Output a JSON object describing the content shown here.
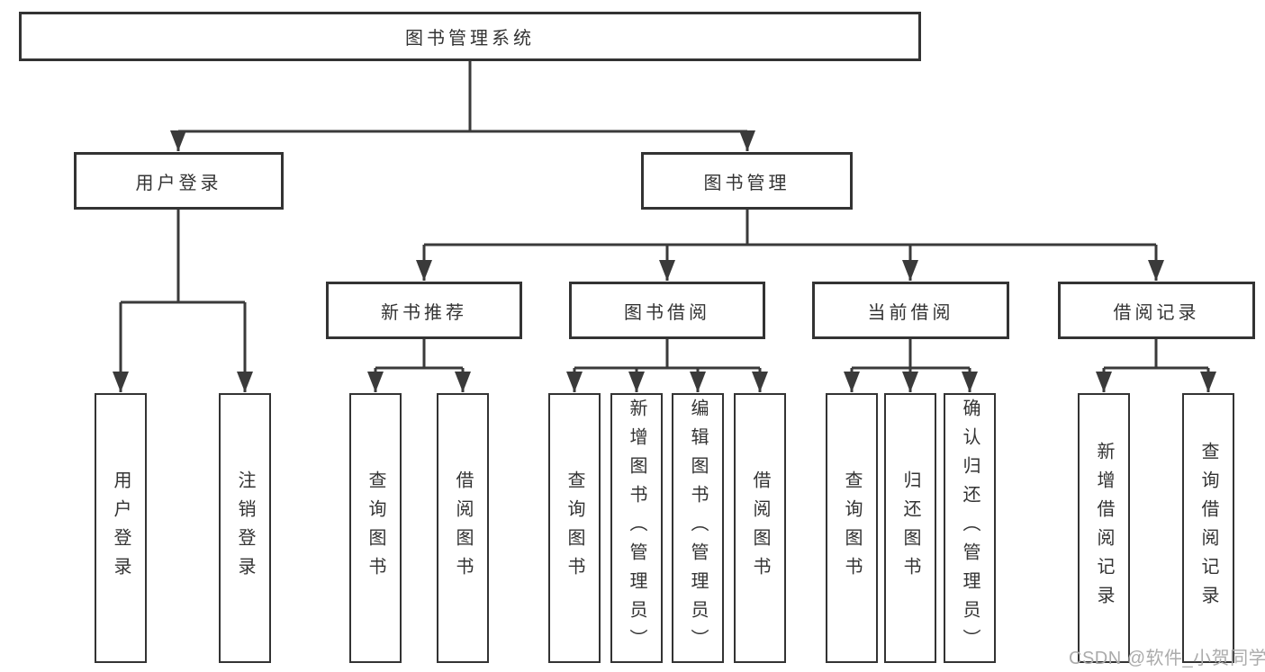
{
  "tree": {
    "root": {
      "label": "图书管理系统"
    },
    "branches": [
      {
        "label": "用户登录",
        "children": [
          {
            "label": "用户登录"
          },
          {
            "label": "注销登录"
          }
        ]
      },
      {
        "label": "图书管理",
        "children": [
          {
            "label": "新书推荐",
            "children": [
              {
                "label": "查询图书"
              },
              {
                "label": "借阅图书"
              }
            ]
          },
          {
            "label": "图书借阅",
            "children": [
              {
                "label": "查询图书"
              },
              {
                "label": "新增图书（管理员）"
              },
              {
                "label": "编辑图书（管理员）"
              },
              {
                "label": "借阅图书"
              }
            ]
          },
          {
            "label": "当前借阅",
            "children": [
              {
                "label": "查询图书"
              },
              {
                "label": "归还图书"
              },
              {
                "label": "确认归还（管理员）"
              }
            ]
          },
          {
            "label": "借阅记录",
            "children": [
              {
                "label": "新增借阅记录"
              },
              {
                "label": "查询借阅记录"
              }
            ]
          }
        ]
      }
    ]
  },
  "watermark": {
    "text": "CSDN @软件_小贺同学"
  },
  "colors": {
    "line": "#3a3a3a",
    "box_border": "#333333",
    "text": "#333333",
    "watermark": "#ababab",
    "background": "#ffffff"
  }
}
